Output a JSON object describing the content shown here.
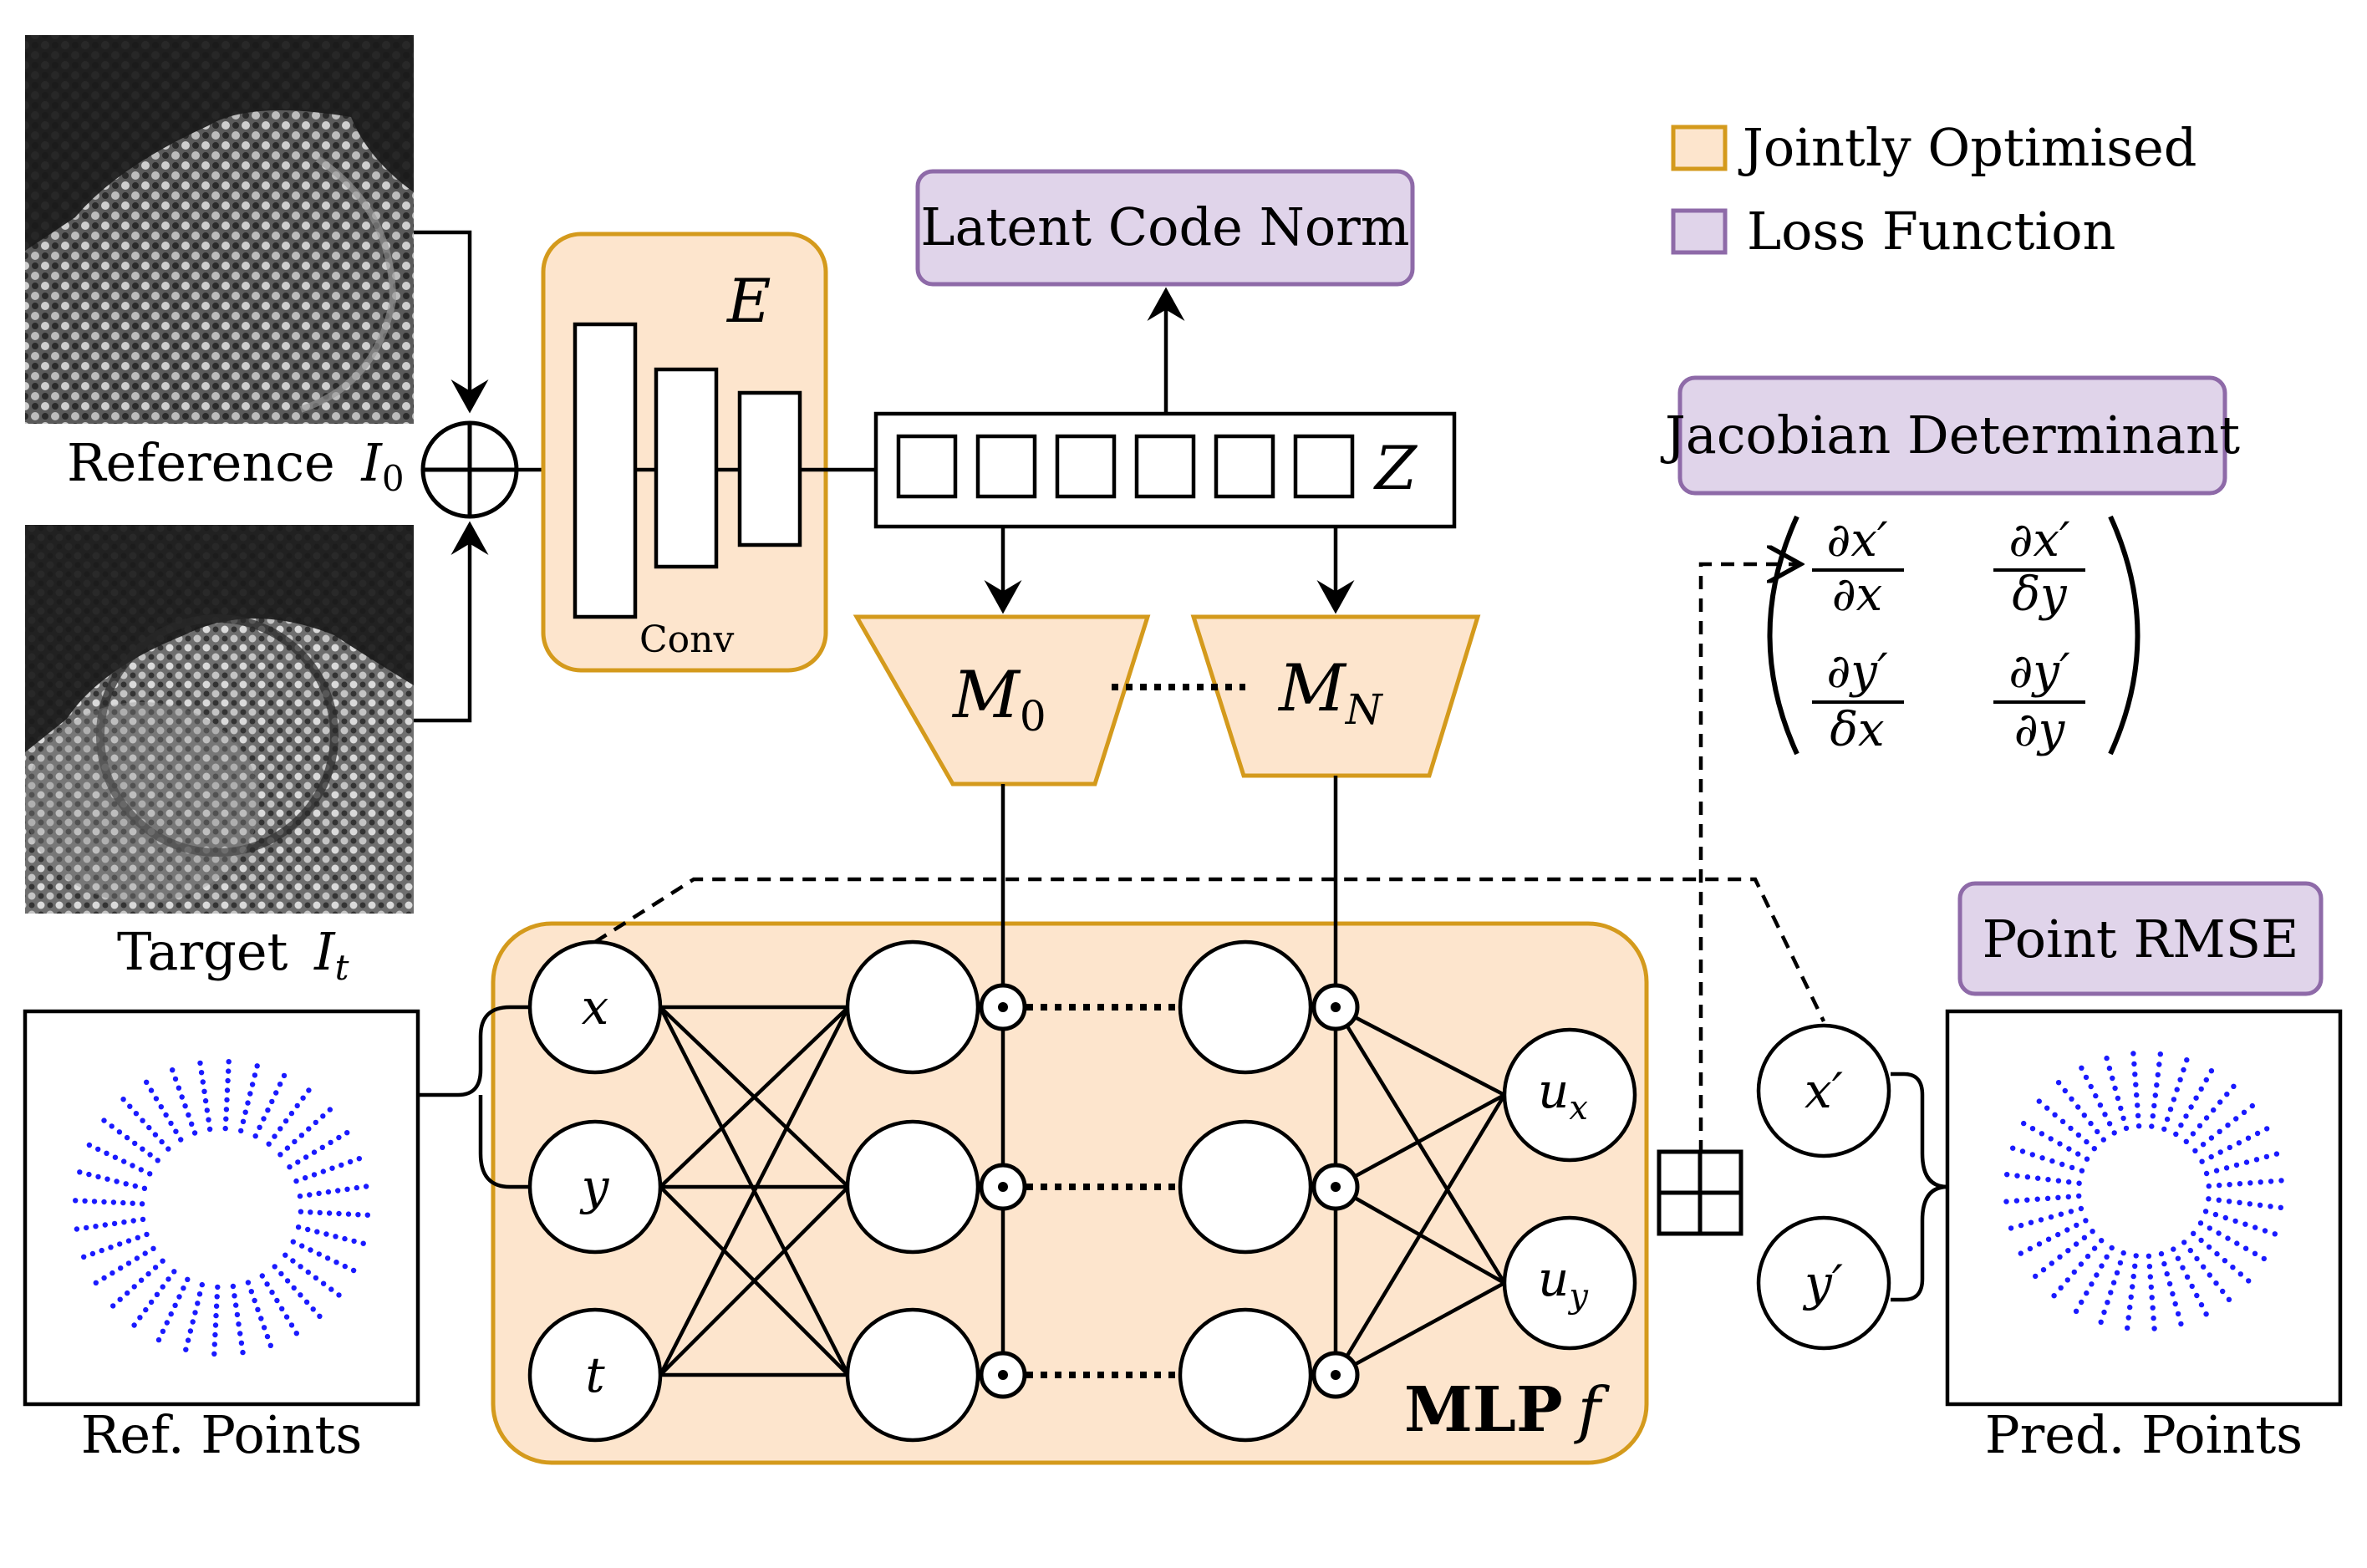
{
  "images": {
    "reference_label": "Reference",
    "reference_symbol": "I",
    "reference_sub": "0",
    "target_label": "Target",
    "target_symbol": "I",
    "target_sub": "t"
  },
  "encoder": {
    "symbol": "E",
    "conv_label": "Conv"
  },
  "latent": {
    "symbol": "Z"
  },
  "modulators": [
    {
      "symbol": "M",
      "sub": "0"
    },
    {
      "symbol": "M",
      "sub": "N"
    }
  ],
  "mlp": {
    "label": "MLP",
    "symbol": "f"
  },
  "inputs": [
    "x",
    "y",
    "t"
  ],
  "outputs": [
    {
      "symbol": "u",
      "sub": "x"
    },
    {
      "symbol": "u",
      "sub": "y"
    }
  ],
  "pred_outputs": [
    "x′",
    "y′"
  ],
  "losses": {
    "latent_norm": "Latent Code Norm",
    "jacobian": "Jacobian Determinant",
    "point_rmse": "Point RMSE"
  },
  "jacobian_matrix": {
    "a_num": "∂x′",
    "a_den": "∂x",
    "b_num": "∂x′",
    "b_den": "δy",
    "c_num": "∂y′",
    "c_den": "δx",
    "d_num": "∂y′",
    "d_den": "∂y"
  },
  "legend": [
    {
      "label": "Jointly Optimised",
      "color": "#fde5cd"
    },
    {
      "label": "Loss Function",
      "color": "#e0d4ea"
    }
  ],
  "points": {
    "ref_label": "Ref. Points",
    "pred_label": "Pred. Points",
    "color": "#1a1aff"
  }
}
